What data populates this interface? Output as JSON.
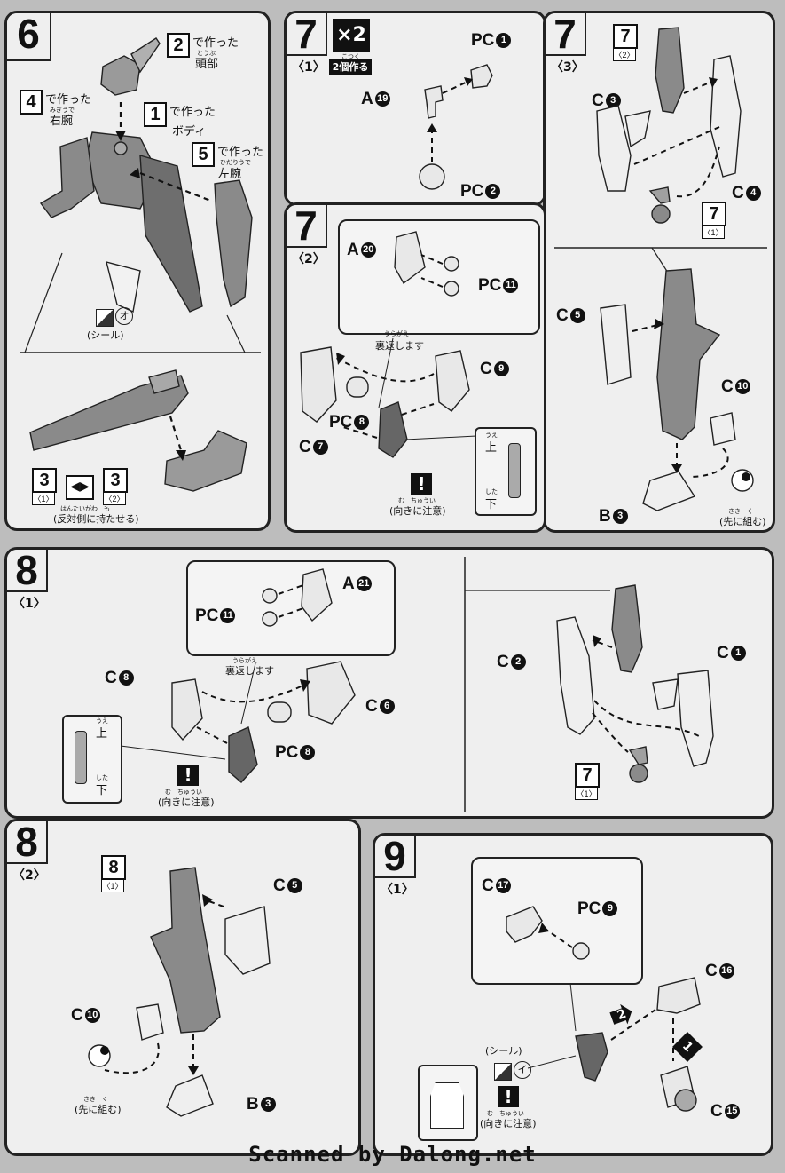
{
  "step6": {
    "number": "6",
    "head_ref": "2",
    "head_text1": "で作った",
    "head_text2": "頭部",
    "head_ruby": "とうぶ",
    "rarm_ref": "4",
    "rarm_text1": "で作った",
    "rarm_text2": "右腕",
    "rarm_ruby": "みぎうで",
    "body_ref": "1",
    "body_text1": "で作った",
    "body_text2": "ボディ",
    "larm_ref": "5",
    "larm_text1": "で作った",
    "larm_text2": "左腕",
    "larm_ruby": "ひだりうで",
    "sticker_glyph": "オ",
    "sticker_label": "(シール)",
    "sub_ref_a": "3",
    "sub_ref_a_sub": "〈1〉",
    "sub_ref_b": "3",
    "sub_ref_b_sub": "〈2〉",
    "opposite_label": "(反対側に持たせる)",
    "opposite_ruby": "はんたいがわ　も"
  },
  "step7_1": {
    "number": "7",
    "sub": "〈1〉",
    "x2": "×2",
    "x2_text": "2個作る",
    "x2_ruby": "こつく",
    "pc1": "PC",
    "pc1_num": "1",
    "a19": "A",
    "a19_num": "19",
    "pc2": "PC",
    "pc2_num": "2"
  },
  "step7_3": {
    "number": "7",
    "sub": "〈3〉",
    "ref_top": "7",
    "ref_top_sub": "〈2〉",
    "c3": "C",
    "c3_num": "3",
    "c4": "C",
    "c4_num": "4",
    "ref_bottom": "7",
    "ref_bottom_sub": "〈1〉",
    "c5": "C",
    "c5_num": "5",
    "c10": "C",
    "c10_num": "10",
    "b3": "B",
    "b3_num": "3",
    "first_assemble": "(先に組む)",
    "first_ruby": "さき　く"
  },
  "step7_2": {
    "number": "7",
    "sub": "〈2〉",
    "a20": "A",
    "a20_num": "20",
    "pc11": "PC",
    "pc11_num": "11",
    "flip": "裏返します",
    "flip_ruby": "うらがえ",
    "c9": "C",
    "c9_num": "9",
    "pc8": "PC",
    "pc8_num": "8",
    "c7": "C",
    "c7_num": "7",
    "up": "上",
    "up_ruby": "うえ",
    "down": "下",
    "down_ruby": "した",
    "warn": "!",
    "note": "(向きに注意)",
    "note_ruby": "む　ちゅうい"
  },
  "step8_1": {
    "number": "8",
    "sub": "〈1〉",
    "pc11": "PC",
    "pc11_num": "11",
    "a21": "A",
    "a21_num": "21",
    "flip": "裏返します",
    "flip_ruby": "うらがえ",
    "c8": "C",
    "c8_num": "8",
    "c6": "C",
    "c6_num": "6",
    "pc8": "PC",
    "pc8_num": "8",
    "up": "上",
    "up_ruby": "うえ",
    "down": "下",
    "down_ruby": "した",
    "warn": "!",
    "note": "(向きに注意)",
    "note_ruby": "む　ちゅうい",
    "c2": "C",
    "c2_num": "2",
    "c1": "C",
    "c1_num": "1",
    "ref": "7",
    "ref_sub": "〈1〉"
  },
  "step8_2": {
    "number": "8",
    "sub": "〈2〉",
    "ref": "8",
    "ref_sub": "〈1〉",
    "c5": "C",
    "c5_num": "5",
    "c10": "C",
    "c10_num": "10",
    "b3": "B",
    "b3_num": "3",
    "first_assemble": "(先に組む)",
    "first_ruby": "さき　く"
  },
  "step9_1": {
    "number": "9",
    "sub": "〈1〉",
    "c17": "C",
    "c17_num": "17",
    "pc9": "PC",
    "pc9_num": "9",
    "c16": "C",
    "c16_num": "16",
    "c15": "C",
    "c15_num": "15",
    "arrow1": "1",
    "arrow2": "2",
    "sticker_label": "(シール)",
    "sticker_glyph": "イ",
    "warn": "!",
    "note": "(向きに注意)",
    "note_ruby": "む　ちゅうい"
  },
  "footer": "Scanned by Dalong.net"
}
